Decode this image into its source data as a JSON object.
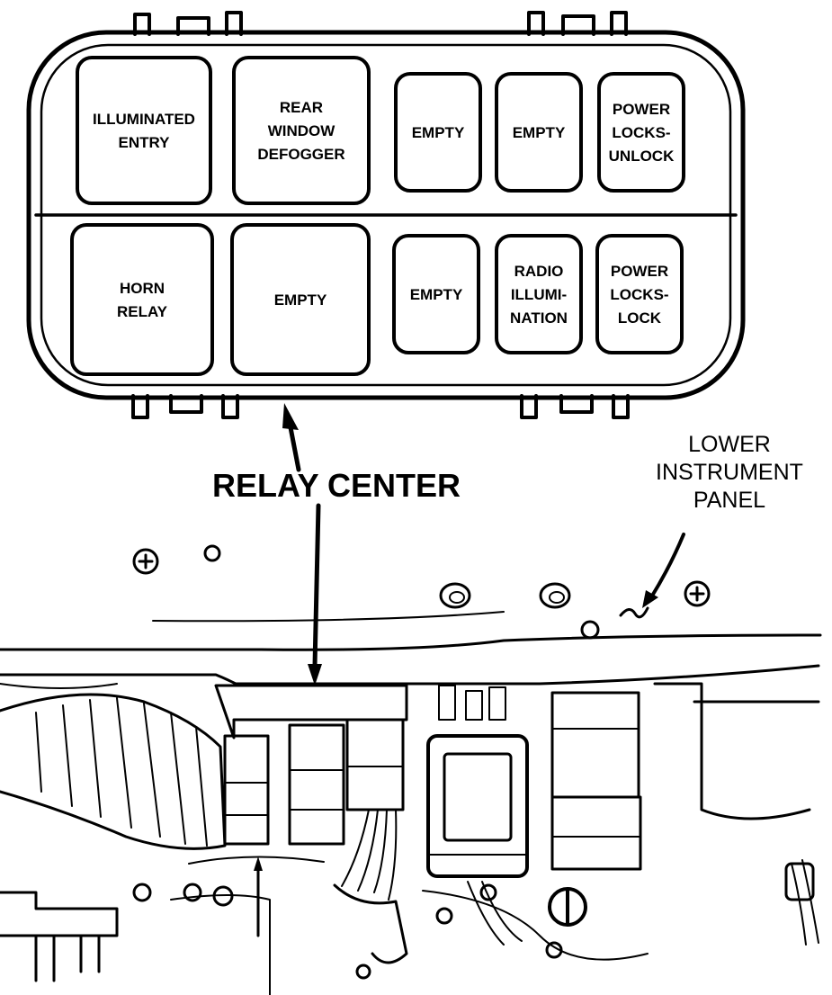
{
  "relay_center": {
    "top_row": [
      {
        "label": [
          "ILLUMINATED",
          "ENTRY"
        ]
      },
      {
        "label": [
          "REAR",
          "WINDOW",
          "DEFOGGER"
        ]
      },
      {
        "label": [
          "EMPTY"
        ]
      },
      {
        "label": [
          "EMPTY"
        ]
      },
      {
        "label": [
          "POWER",
          "LOCKS-",
          "UNLOCK"
        ]
      }
    ],
    "bottom_row": [
      {
        "label": [
          "HORN",
          "RELAY"
        ]
      },
      {
        "label": [
          "EMPTY"
        ]
      },
      {
        "label": [
          "EMPTY"
        ]
      },
      {
        "label": [
          "RADIO",
          "ILLUMI-",
          "NATION"
        ]
      },
      {
        "label": [
          "POWER",
          "LOCKS-",
          "LOCK"
        ]
      }
    ]
  },
  "callouts": {
    "relay_center": "RELAY CENTER",
    "lower_instrument_panel": [
      "LOWER",
      "INSTRUMENT",
      "PANEL"
    ]
  }
}
